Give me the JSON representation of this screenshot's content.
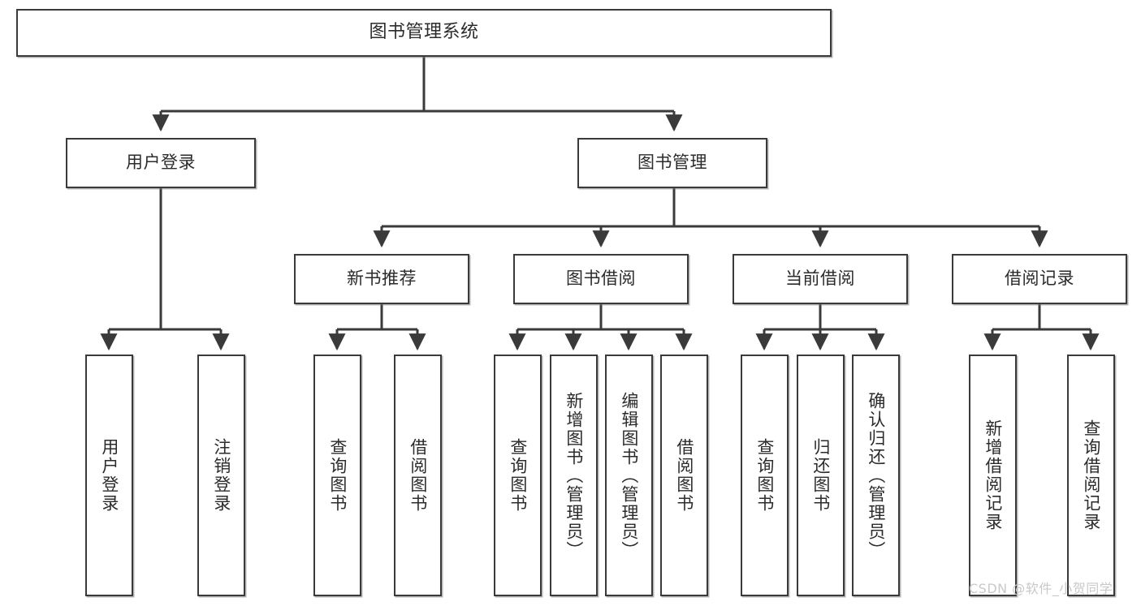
{
  "diagram": {
    "type": "tree",
    "title": "图书管理系统",
    "orientation": "top-down",
    "line_color": "#3a3a3a",
    "box_border_color": "#3a3a3a",
    "box_fill_color": "#ffffff",
    "text_color": "#2b2b2b"
  },
  "root": {
    "label": "图书管理系统"
  },
  "level2": [
    {
      "label": "用户登录"
    },
    {
      "label": "图书管理"
    }
  ],
  "level3": [
    {
      "label": "新书推荐"
    },
    {
      "label": "图书借阅"
    },
    {
      "label": "当前借阅"
    },
    {
      "label": "借阅记录"
    }
  ],
  "leaves": {
    "user_login": [
      {
        "label": "用户登录"
      },
      {
        "label": "注销登录"
      }
    ],
    "new_book_recommend": [
      {
        "label": "查询图书"
      },
      {
        "label": "借阅图书"
      }
    ],
    "book_borrow": [
      {
        "label": "查询图书"
      },
      {
        "label": "新增图书（管理员）"
      },
      {
        "label": "编辑图书（管理员）"
      },
      {
        "label": "借阅图书"
      }
    ],
    "current_borrow": [
      {
        "label": "查询图书"
      },
      {
        "label": "归还图书"
      },
      {
        "label": "确认归还（管理员）"
      }
    ],
    "borrow_record": [
      {
        "label": "新增借阅记录"
      },
      {
        "label": "查询借阅记录"
      }
    ]
  },
  "watermark": {
    "text": "CSDN @软件_小贺同学",
    "color": "#c9c9c9"
  }
}
